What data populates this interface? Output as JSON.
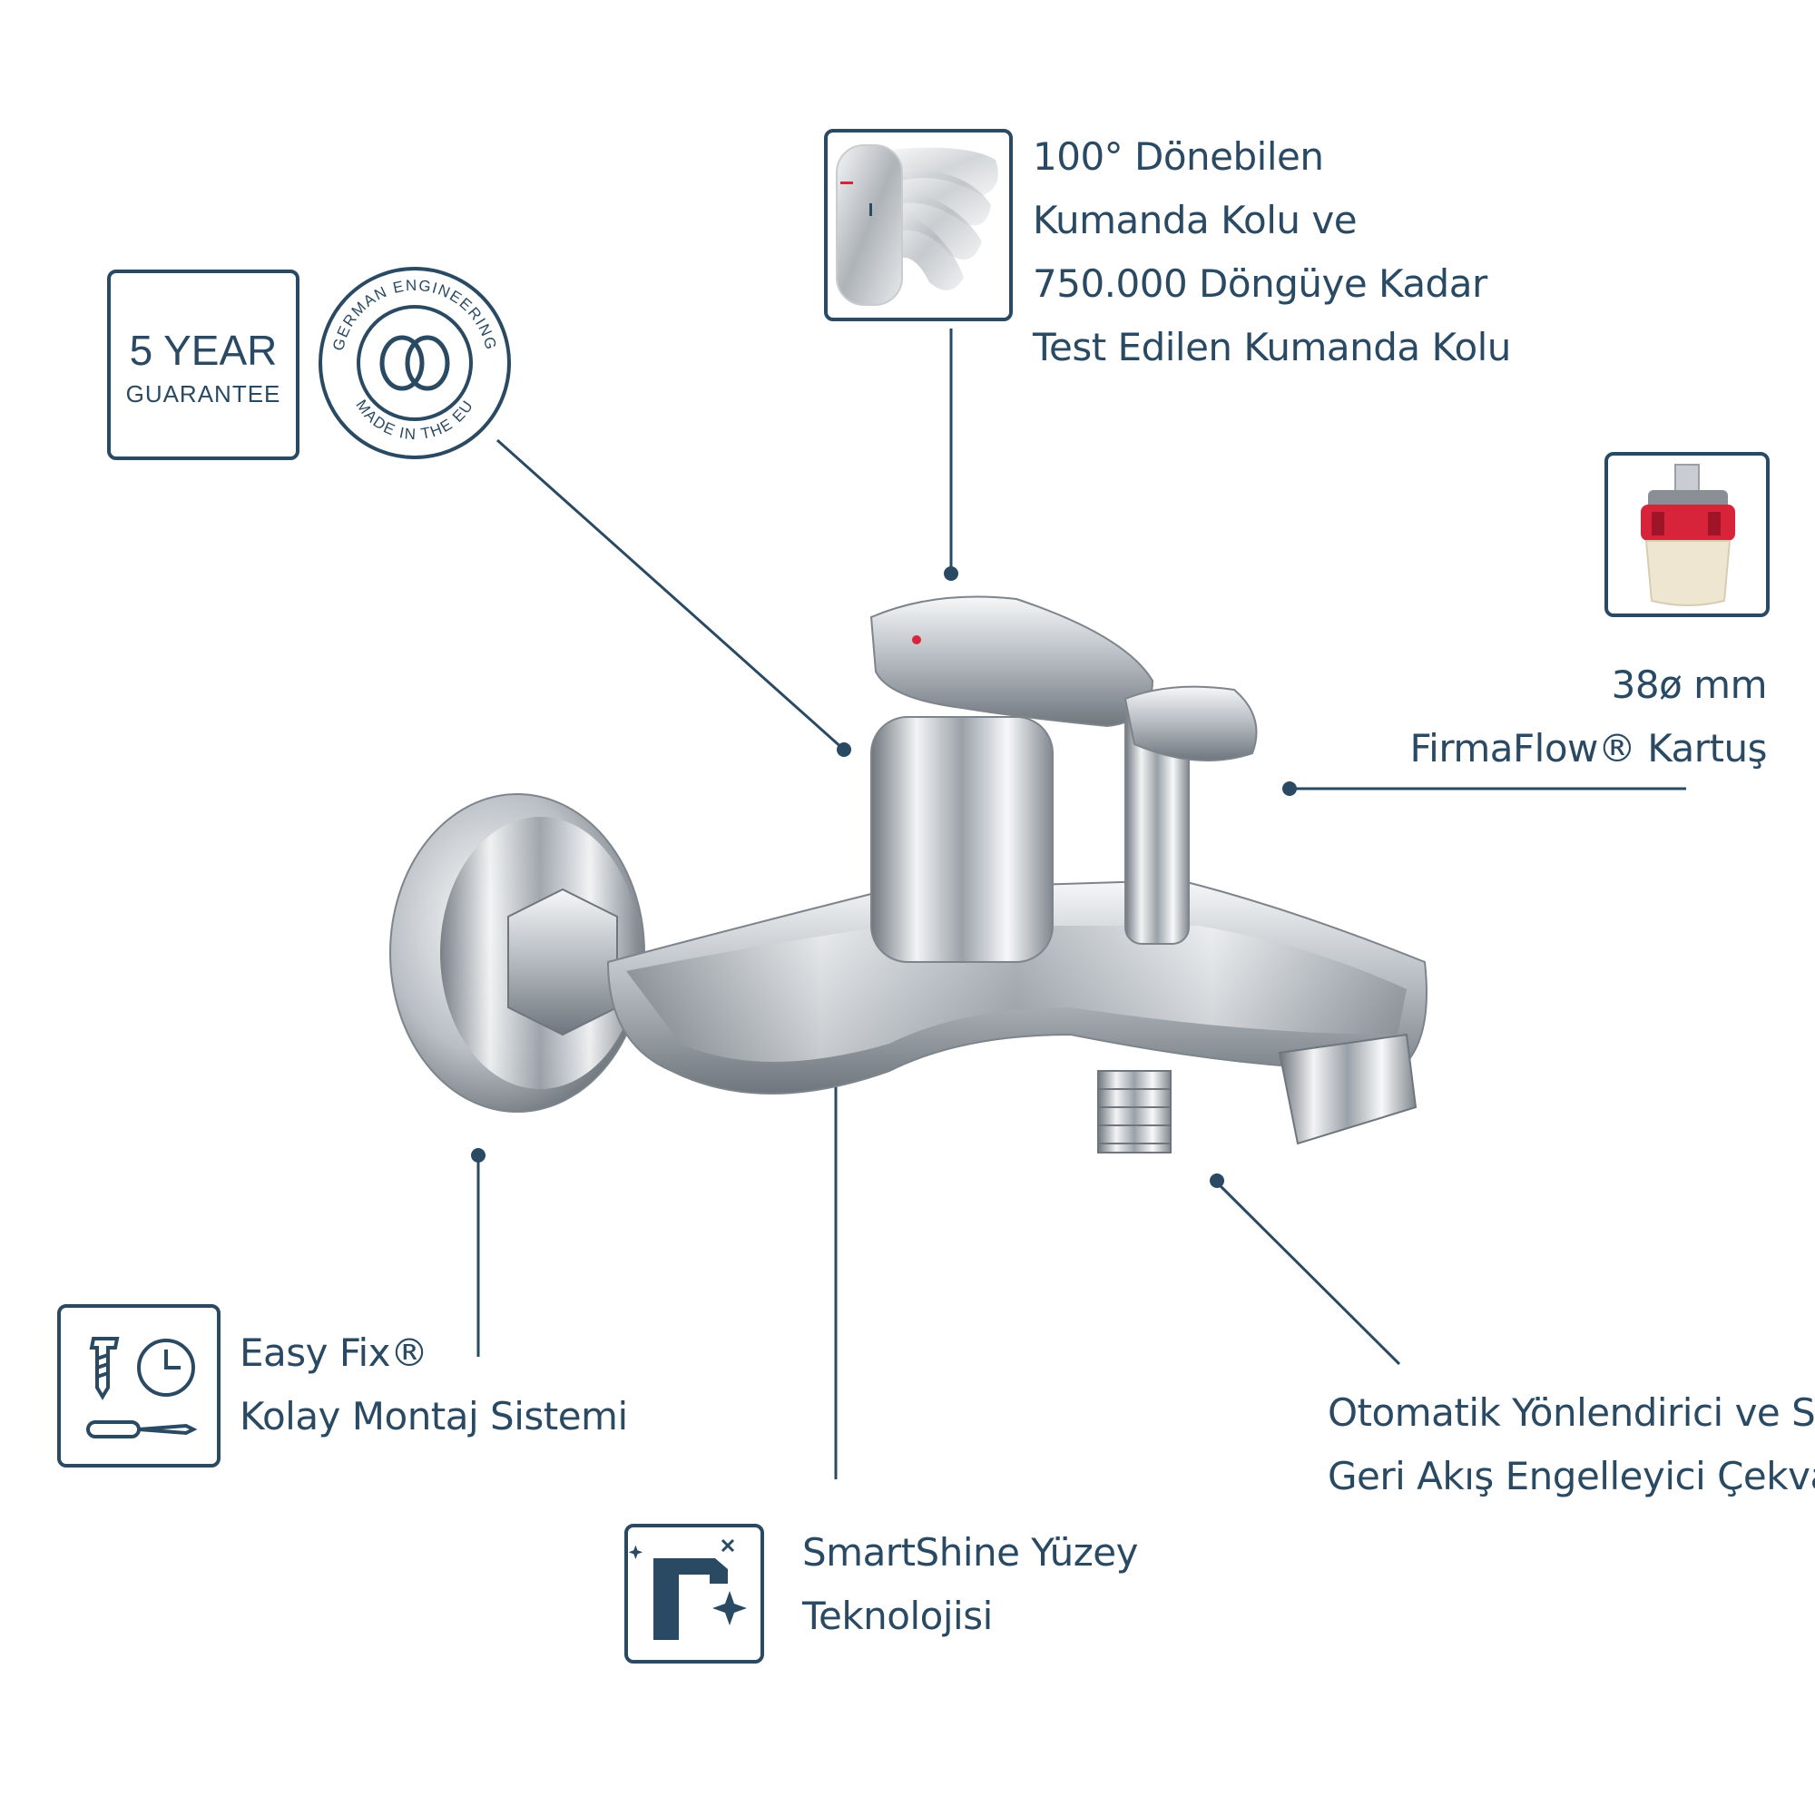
{
  "guarantee": {
    "line1": "5 YEAR",
    "line2": "GUARANTEE"
  },
  "seal": {
    "top_text": "GERMAN ENGINEERING",
    "bottom_text": "MADE IN THE EU"
  },
  "features": {
    "handle": {
      "lines": [
        "100° Dönebilen",
        "Kumanda Kolu ve",
        "750.000 Döngüye Kadar",
        "Test Edilen Kumanda Kolu"
      ]
    },
    "cartridge": {
      "lines": [
        "38ø mm",
        "FirmaFlow® Kartuş"
      ]
    },
    "easyfix": {
      "lines": [
        "Easy Fix®",
        "Kolay Montaj Sistemi"
      ]
    },
    "diverter": {
      "lines": [
        "Otomatik Yönlendirici ve Su",
        "Geri Akış Engelleyici Çekvalf"
      ]
    },
    "smartshine": {
      "lines": [
        "SmartShine Yüzey",
        "Teknolojisi"
      ]
    }
  },
  "colors": {
    "accent": "#2a4a63",
    "cartridge_red": "#d8243a",
    "chrome": "#b9bec4"
  }
}
